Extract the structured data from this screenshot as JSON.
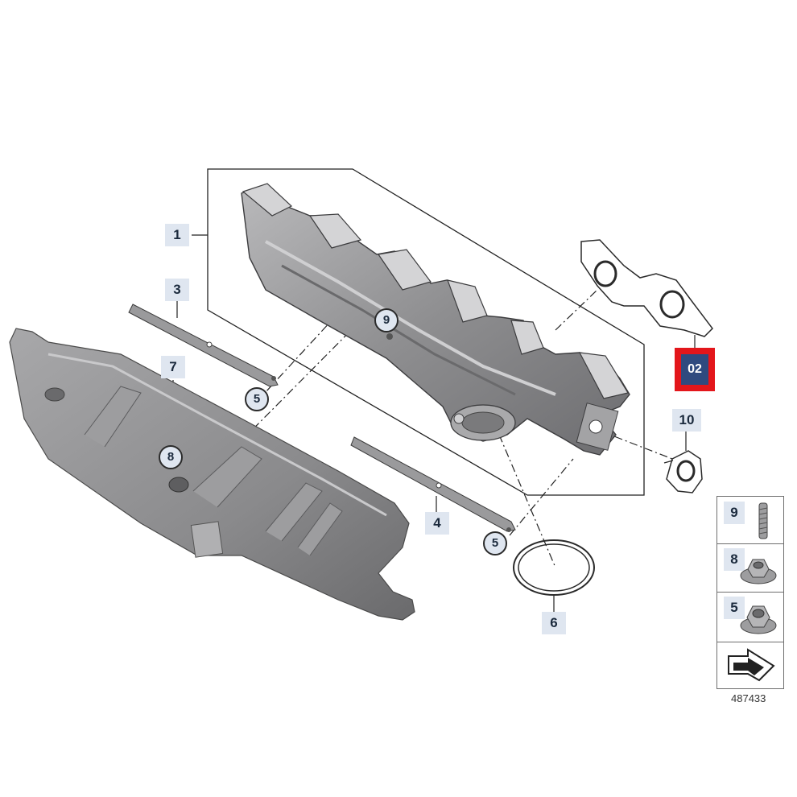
{
  "callouts": {
    "c1": "1",
    "c3": "3",
    "c7": "7",
    "c4": "4",
    "c6": "6",
    "c10": "10",
    "c9": "9",
    "c8": "8",
    "c5a": "5",
    "c5b": "5"
  },
  "highlight": {
    "label": "02",
    "border_color": "#e3161b",
    "fill_color": "#2f4a7f"
  },
  "legend": [
    {
      "num": "9",
      "part": "stud-icon"
    },
    {
      "num": "8",
      "part": "collar-nut-icon"
    },
    {
      "num": "5",
      "part": "collar-nut-icon"
    },
    {
      "num": "",
      "part": "arrow-symbol-icon"
    }
  ],
  "reference_number": "487433"
}
